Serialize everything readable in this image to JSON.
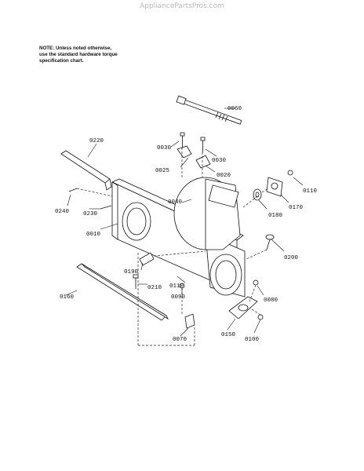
{
  "watermark": "AppliancePartsPros.com",
  "note": {
    "line1": "NOTE: Unless noted otherwise,",
    "line2": "use the standard hardware torque",
    "line3": "specification chart."
  },
  "parts": [
    {
      "id": "p0060",
      "label": "0060"
    },
    {
      "id": "p0030a",
      "label": "0030"
    },
    {
      "id": "p0030b",
      "label": "0030"
    },
    {
      "id": "p0220",
      "label": "0220"
    },
    {
      "id": "p0025",
      "label": "0025"
    },
    {
      "id": "p0020",
      "label": "0020"
    },
    {
      "id": "p0110a",
      "label": "0110"
    },
    {
      "id": "p0040",
      "label": "0040"
    },
    {
      "id": "p0240",
      "label": "0240"
    },
    {
      "id": "p0230",
      "label": "0230"
    },
    {
      "id": "p0180",
      "label": "0180"
    },
    {
      "id": "p0170",
      "label": "0170"
    },
    {
      "id": "p0010",
      "label": "0010"
    },
    {
      "id": "p0200",
      "label": "0200"
    },
    {
      "id": "p0190",
      "label": "0190"
    },
    {
      "id": "p0210",
      "label": "0210"
    },
    {
      "id": "p0110b",
      "label": "0110"
    },
    {
      "id": "p0090",
      "label": "0090"
    },
    {
      "id": "p0160",
      "label": "0160"
    },
    {
      "id": "p0080",
      "label": "0080"
    },
    {
      "id": "p0070",
      "label": "0070"
    },
    {
      "id": "p0150",
      "label": "0150"
    },
    {
      "id": "p0100",
      "label": "0100"
    }
  ]
}
